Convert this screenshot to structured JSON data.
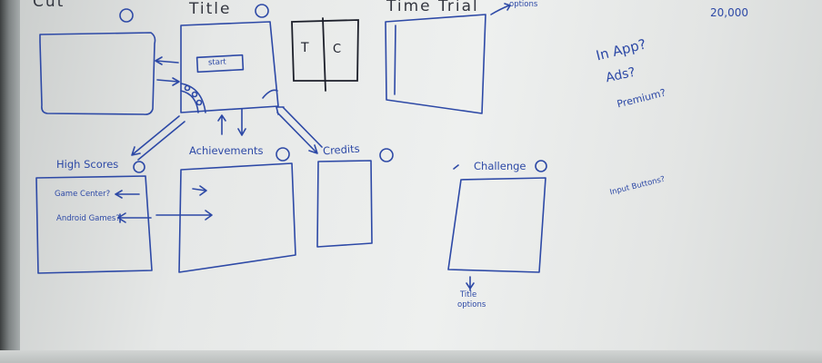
{
  "whiteboard": {
    "screen_title": "Title",
    "screen_time_trial": "Time Trial",
    "time_trial_note": "options",
    "screen_high_scores": "High Scores",
    "screen_achievements": "Achievements",
    "screen_credits": "Credits",
    "screen_challenge": "Challenge",
    "start_button": "start",
    "tab_t": "T",
    "tab_c": "C",
    "game_center": "Game Center?",
    "android_games": "Android Games?",
    "title_options_1": "Title",
    "title_options_2": "options",
    "question_in_app": "In App?",
    "question_ads": "Ads?",
    "question_premium": "Premium?",
    "number": "20,000",
    "note_small": "Input Buttons?"
  }
}
